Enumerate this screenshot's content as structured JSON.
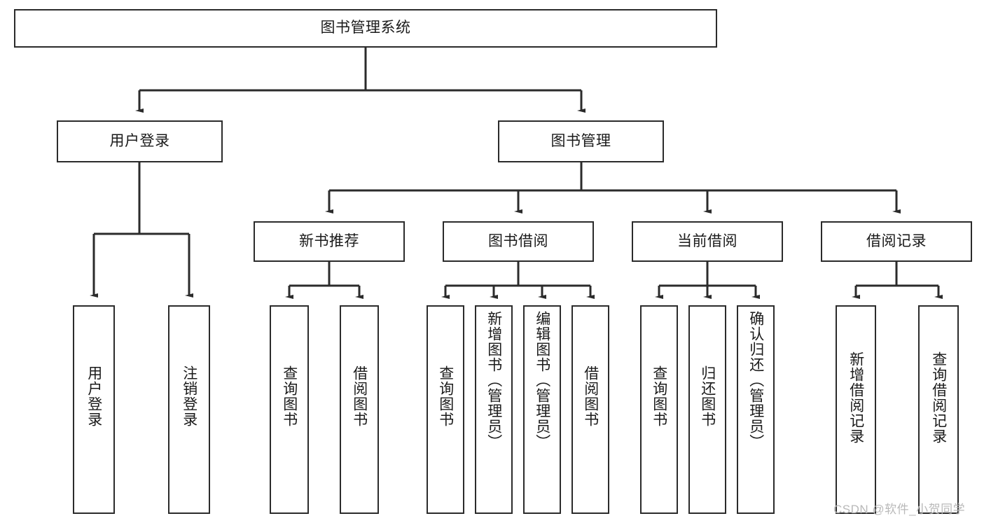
{
  "diagram": {
    "title": "图书管理系统",
    "type": "tree-hierarchy-functional-structure",
    "orientation": "top-down",
    "watermark": "CSDN @软件_小贺同学",
    "colors": {
      "box_border": "#2b2b2b",
      "box_fill": "#ffffff",
      "edge": "#2b2b2b",
      "text": "#1a1a1a",
      "watermark": "#b9b9b9",
      "background": "#ffffff"
    },
    "nodes": {
      "root": {
        "label": "图书管理系统"
      },
      "level2": [
        {
          "label": "用户登录"
        },
        {
          "label": "图书管理"
        }
      ],
      "level3": [
        {
          "label": "新书推荐"
        },
        {
          "label": "图书借阅"
        },
        {
          "label": "当前借阅"
        },
        {
          "label": "借阅记录"
        }
      ],
      "leaves": {
        "user_login": [
          {
            "label": "用户登录"
          },
          {
            "label": "注销登录"
          }
        ],
        "new_book_recommend": [
          {
            "label": "查询图书"
          },
          {
            "label": "借阅图书"
          }
        ],
        "book_borrow": [
          {
            "label": "查询图书"
          },
          {
            "label": "新增图书（管理员）"
          },
          {
            "label": "编辑图书（管理员）"
          },
          {
            "label": "借阅图书"
          }
        ],
        "current_borrow": [
          {
            "label": "查询图书"
          },
          {
            "label": "归还图书"
          },
          {
            "label": "确认归还（管理员）"
          }
        ],
        "borrow_record": [
          {
            "label": "新增借阅记录"
          },
          {
            "label": "查询借阅记录"
          }
        ]
      }
    }
  }
}
